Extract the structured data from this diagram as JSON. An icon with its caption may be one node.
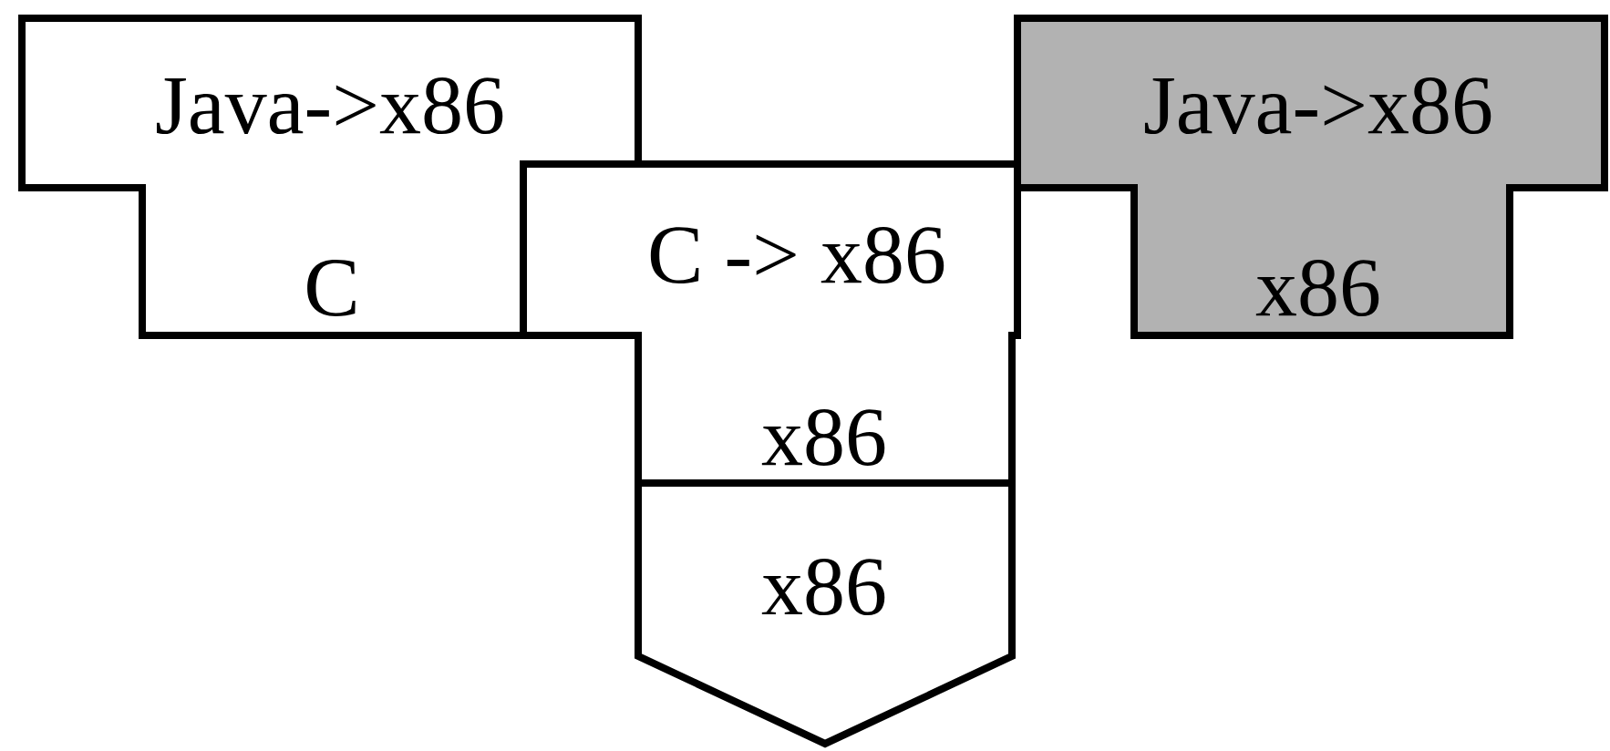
{
  "diagram": {
    "nodes": [
      {
        "text": [
          "Java->x86",
          "C"
        ]
      },
      {
        "text": [
          "C -> x86",
          "x86"
        ]
      },
      {
        "text": [
          "Java->x86",
          "x86"
        ]
      },
      {
        "text": [
          "x86"
        ]
      }
    ]
  }
}
